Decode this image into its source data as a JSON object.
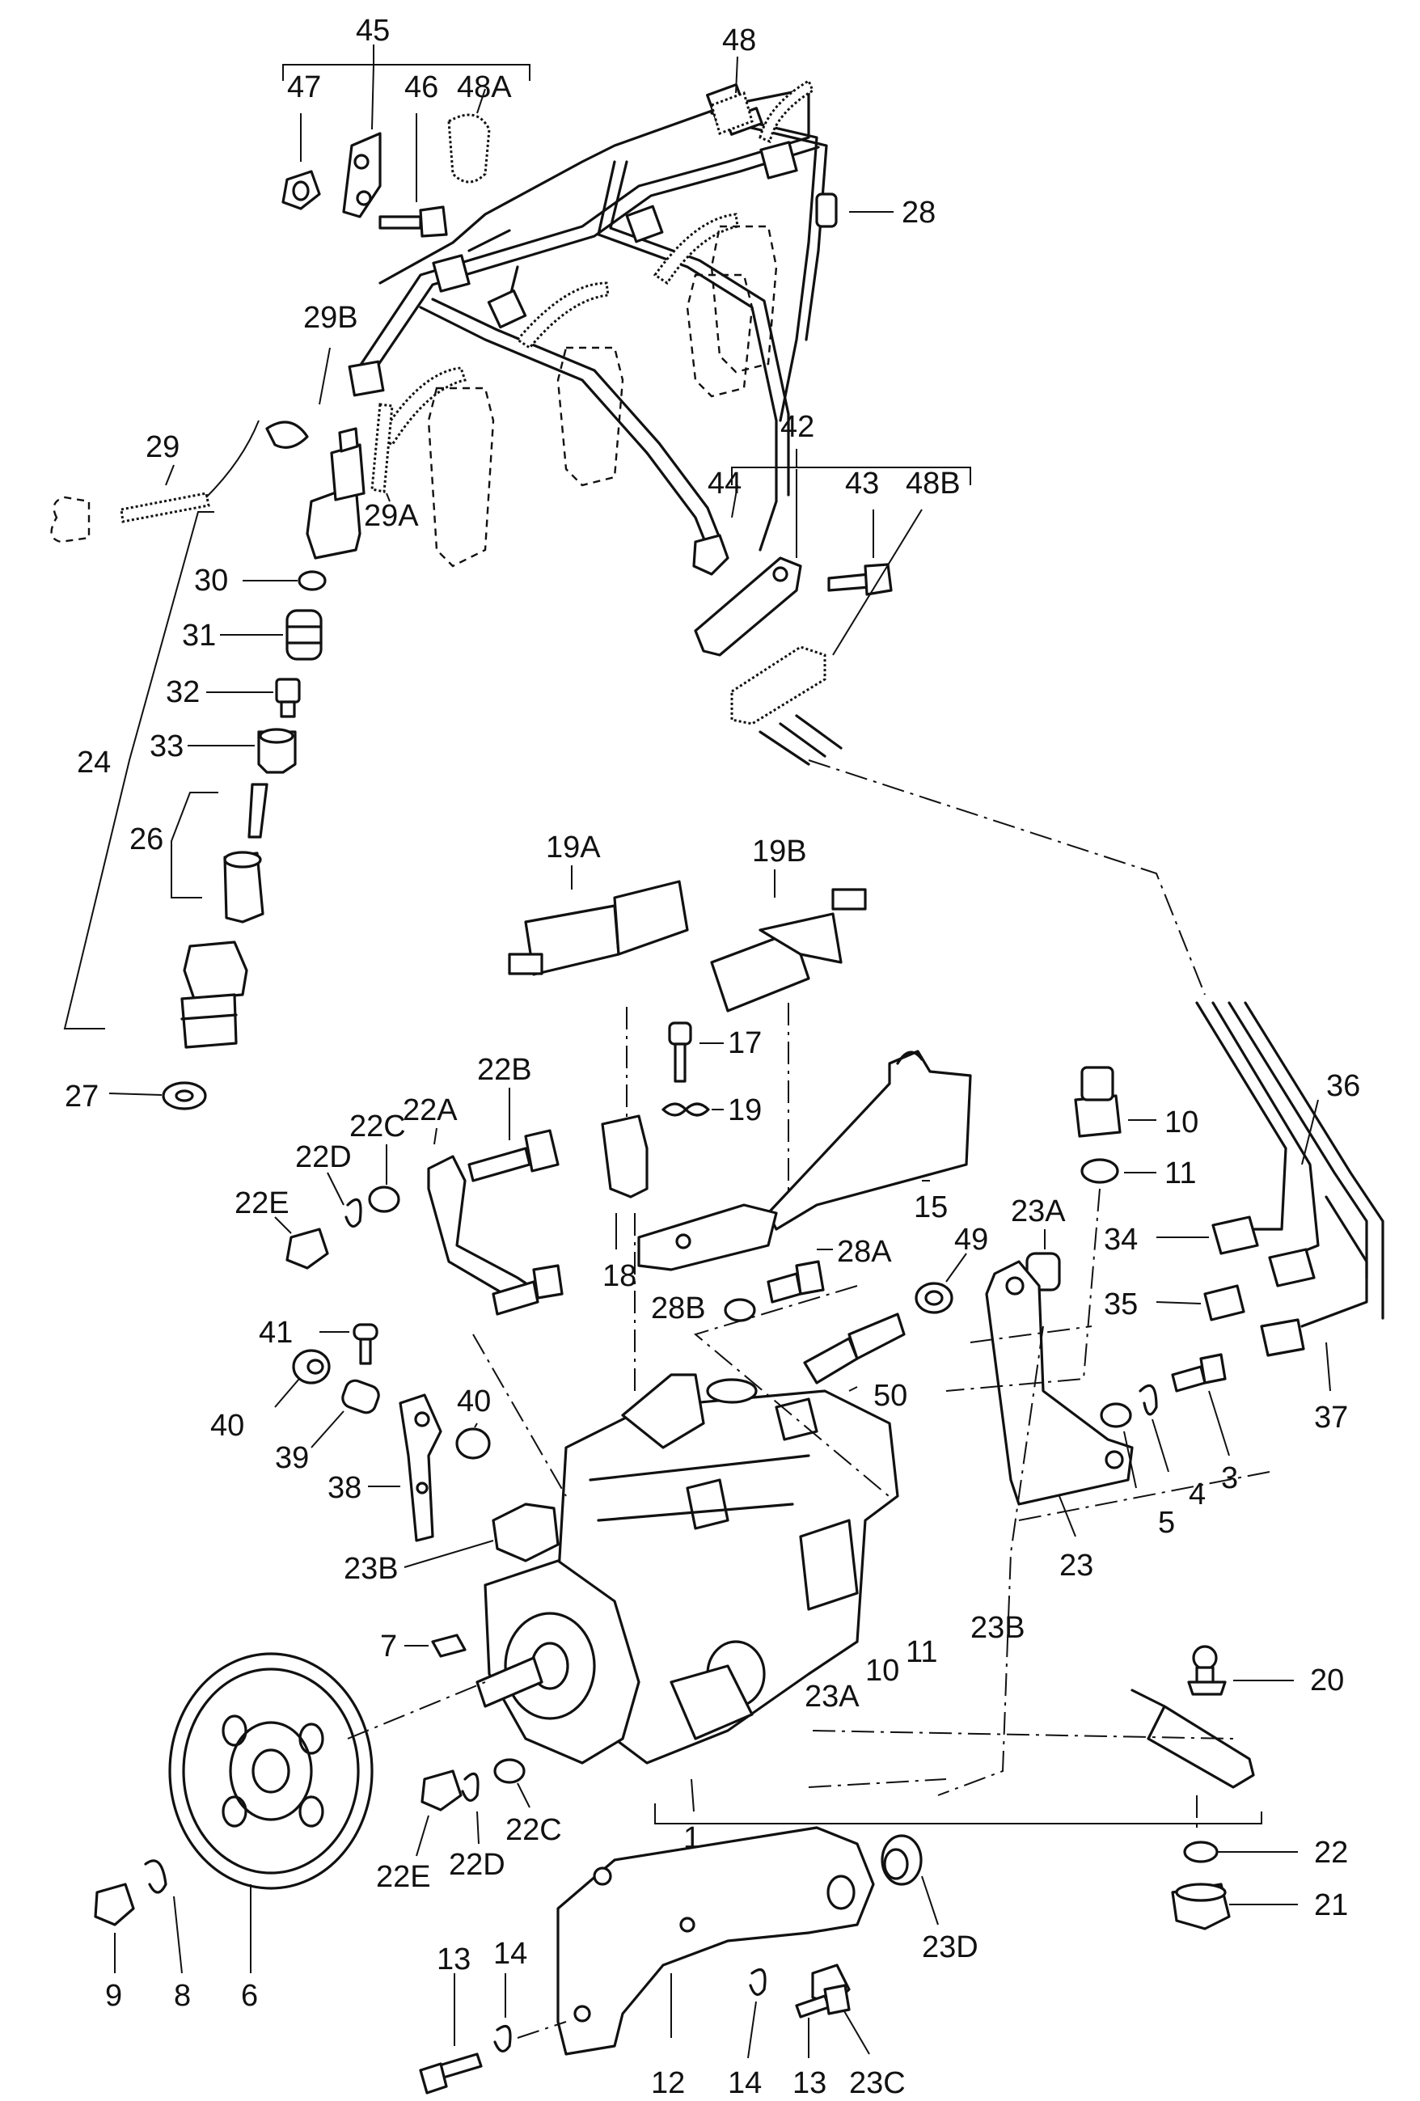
{
  "labels": {
    "1": "1",
    "3": "3",
    "4": "4",
    "5": "5",
    "6": "6",
    "7": "7",
    "8": "8",
    "9": "9",
    "10": "10",
    "11": "11",
    "12": "12",
    "13": "13",
    "14": "14",
    "15": "15",
    "17": "17",
    "18": "18",
    "19": "19",
    "19A": "19A",
    "19B": "19B",
    "20": "20",
    "21": "21",
    "22": "22",
    "22A": "22A",
    "22B": "22B",
    "22C": "22C",
    "22D": "22D",
    "22E": "22E",
    "23": "23",
    "23A": "23A",
    "23B": "23B",
    "23C": "23C",
    "23D": "23D",
    "24": "24",
    "26": "26",
    "27": "27",
    "28": "28",
    "28A": "28A",
    "28B": "28B",
    "29": "29",
    "29A": "29A",
    "29B": "29B",
    "30": "30",
    "31": "31",
    "32": "32",
    "33": "33",
    "34": "34",
    "35": "35",
    "36": "36",
    "37": "37",
    "38": "38",
    "39": "39",
    "40": "40",
    "41": "41",
    "42": "42",
    "43": "43",
    "44": "44",
    "45": "45",
    "46": "46",
    "47": "47",
    "48": "48",
    "48A": "48A",
    "48B": "48B",
    "49": "49",
    "50": "50"
  }
}
